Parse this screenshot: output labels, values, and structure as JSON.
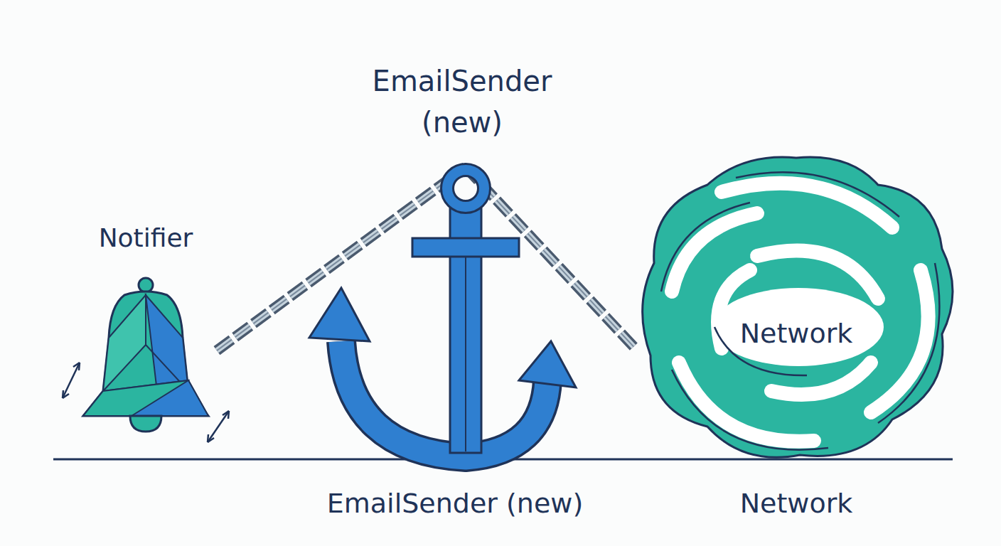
{
  "diagram": {
    "nodes": [
      {
        "text": [
          "Notifier"
        ]
      },
      {
        "text": [
          "EmailSender (new)"
        ]
      },
      {
        "text": [
          "Network"
        ]
      }
    ],
    "edges": [
      {
        "from": 0,
        "to": 1,
        "arrow": "none"
      },
      {
        "from": 1,
        "to": 2,
        "arrow": "none"
      }
    ],
    "labels": [
      "EmailSender (new)",
      "Network"
    ]
  }
}
